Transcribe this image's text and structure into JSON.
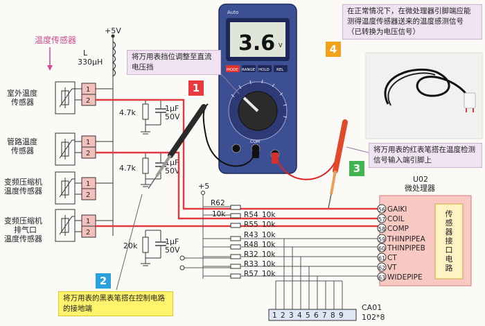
{
  "title": "温度传感器",
  "supply_voltage": "+5V",
  "inductor": {
    "name": "L",
    "value": "330μH"
  },
  "sensors": [
    {
      "label_line1": "室外温度",
      "label_line2": "传感器"
    },
    {
      "label_line1": "管路温度",
      "label_line2": "传感器"
    },
    {
      "label_line1": "变频压缩机",
      "label_line2": "温度传感器"
    },
    {
      "label_line1": "变频压缩机",
      "label_line2": "排气口",
      "label_line3": "温度传感器"
    }
  ],
  "connector_pins": [
    "1",
    "2"
  ],
  "resistors_to_ground": [
    "4.7k",
    "4.7k",
    "20k"
  ],
  "capacitors": [
    "1μF",
    "50V"
  ],
  "pullup_voltage": "+5",
  "series_resistors": [
    {
      "name": "R62",
      "value": "10k"
    },
    {
      "name": "R54",
      "value": "10k"
    },
    {
      "name": "R55",
      "value": "10k"
    },
    {
      "name": "R43",
      "value": "10k"
    },
    {
      "name": "R48",
      "value": "10k"
    },
    {
      "name": "R32",
      "value": "10k"
    },
    {
      "name": "R33",
      "value": "10k"
    },
    {
      "name": "R57",
      "value": "10k"
    }
  ],
  "mcu": {
    "name": "U02",
    "label": "微处理器",
    "interface_label": "传感器接口电路",
    "pins": [
      {
        "num": "56",
        "name": "GAIKI"
      },
      {
        "num": "57",
        "name": "COIL"
      },
      {
        "num": "58",
        "name": "COMP"
      },
      {
        "num": "59",
        "name": "THINPIPEA"
      },
      {
        "num": "60",
        "name": "THINPIPEB"
      },
      {
        "num": "61",
        "name": "CT"
      },
      {
        "num": "62",
        "name": "VT"
      },
      {
        "num": "63",
        "name": "WIDEPIPE"
      }
    ]
  },
  "header_connector": {
    "name": "CA01",
    "spec": "102*8",
    "pins": [
      "1",
      "2",
      "3",
      "4",
      "5",
      "6",
      "7",
      "8",
      "9"
    ]
  },
  "multimeter": {
    "reading": "3.6",
    "unit": "V",
    "brand": "Auto",
    "buttons": [
      "MODE",
      "RANGE",
      "HOLD",
      "REL"
    ],
    "com_label": "COM"
  },
  "steps": [
    {
      "num": "1",
      "text": "将万用表挡位调整至直流电压挡"
    },
    {
      "num": "2",
      "text": "将万用表的黑表笔搭在控制电路的接地端"
    },
    {
      "num": "3",
      "text": "将万用表的红表笔搭在温度检测信号输入端引脚上"
    },
    {
      "num": "4",
      "text": "在正常情况下，在微处理器引脚端应能测得温度传感器送来的温度感测信号（已转换为电压信号）"
    }
  ],
  "colors": {
    "signal": "#e23a40",
    "mcu_fill": "#f8c9c2",
    "connector_fill": "#f3c0bb",
    "badge_red": "#e83a3f",
    "badge_blue": "#2aa1dc",
    "badge_green": "#43b452",
    "badge_orange": "#f0a21c",
    "meter_body": "#3d4f93"
  }
}
